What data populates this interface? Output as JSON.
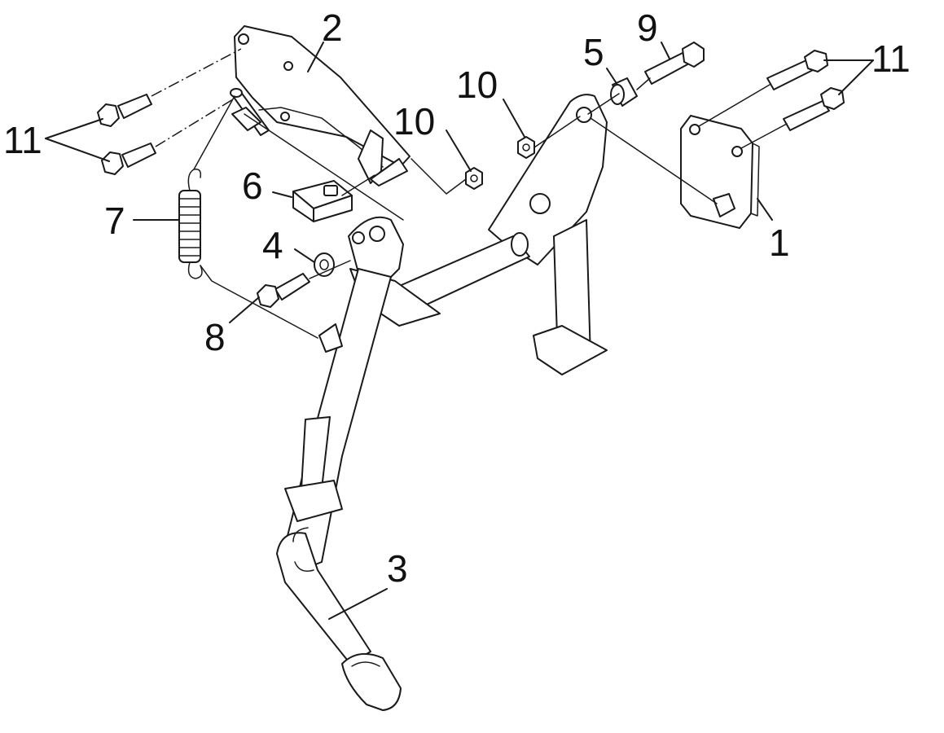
{
  "colors": {
    "line": "#1a1a1a",
    "background": "#ffffff",
    "text": "#111111"
  },
  "callouts": {
    "c1": "1",
    "c2": "2",
    "c3": "3",
    "c4": "4",
    "c5": "5",
    "c6": "6",
    "c7": "7",
    "c8": "8",
    "c9": "9",
    "c10a": "10",
    "c10b": "10",
    "c11a": "11",
    "c11b": "11"
  }
}
